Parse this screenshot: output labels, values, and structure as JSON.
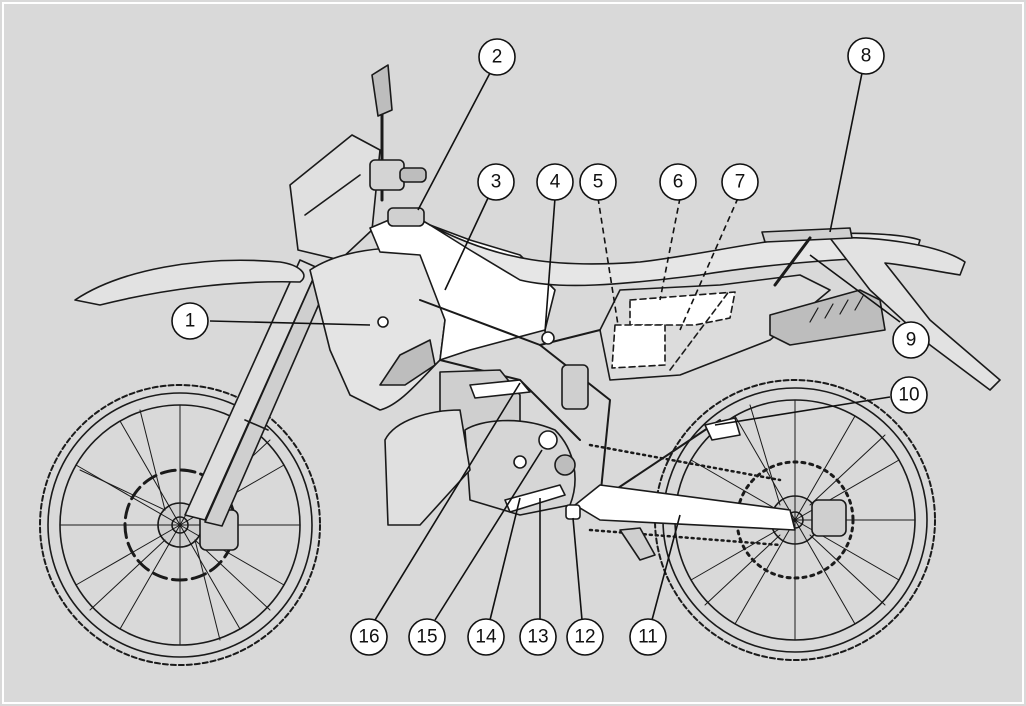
{
  "figure": {
    "background": "#d9d9d9",
    "frame_color": "#ffffff",
    "line_color": "#1a1a1a",
    "highlight_color": "#ffffff",
    "subject": "motorcycle-side-view-diagram"
  },
  "callouts": [
    {
      "id": "c1",
      "label": "1"
    },
    {
      "id": "c2",
      "label": "2"
    },
    {
      "id": "c3",
      "label": "3"
    },
    {
      "id": "c4",
      "label": "4"
    },
    {
      "id": "c5",
      "label": "5"
    },
    {
      "id": "c6",
      "label": "6"
    },
    {
      "id": "c7",
      "label": "7"
    },
    {
      "id": "c8",
      "label": "8"
    },
    {
      "id": "c9",
      "label": "9"
    },
    {
      "id": "c10",
      "label": "10"
    },
    {
      "id": "c11",
      "label": "11"
    },
    {
      "id": "c12",
      "label": "12"
    },
    {
      "id": "c13",
      "label": "13"
    },
    {
      "id": "c14",
      "label": "14"
    },
    {
      "id": "c15",
      "label": "15"
    },
    {
      "id": "c16",
      "label": "16"
    }
  ]
}
